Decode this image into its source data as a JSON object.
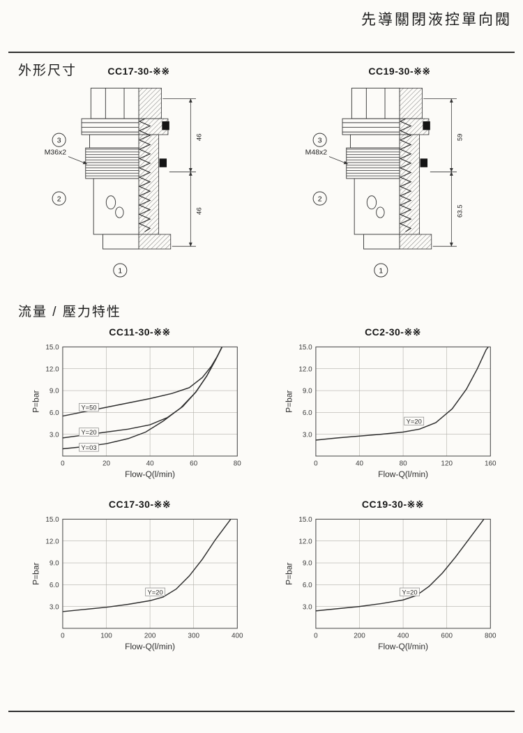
{
  "page": {
    "header_title": "先導關閉液控單向閥",
    "dimensions_section_title": "外形尺寸",
    "charts_section_title": "流量 / 壓力特性"
  },
  "valves": [
    {
      "title": "CC17-30-※※",
      "thread_label": "M36x2",
      "dim_top": "46",
      "dim_bottom": "46",
      "balloon_top": "3",
      "balloon_mid": "2",
      "balloon_bottom": "1"
    },
    {
      "title": "CC19-30-※※",
      "thread_label": "M48x2",
      "dim_top": "59",
      "dim_bottom": "63.5",
      "balloon_top": "3",
      "balloon_mid": "2",
      "balloon_bottom": "1"
    }
  ],
  "chart_data": [
    {
      "type": "line",
      "title": "CC11-30-※※",
      "xlabel": "Flow-Q(l/min)",
      "ylabel": "P=bar",
      "xlim": [
        0,
        80
      ],
      "ylim": [
        0,
        15
      ],
      "xticks": [
        0,
        20,
        40,
        60,
        80
      ],
      "yticks": [
        3,
        6,
        9,
        12,
        15
      ],
      "ytick_labels": [
        "3.0",
        "6.0",
        "9.0",
        "12.0",
        "15.0"
      ],
      "grid": true,
      "series": [
        {
          "name": "Y=50",
          "label_at": [
            12,
            6.6
          ],
          "points": [
            [
              0,
              5.5
            ],
            [
              10,
              6.1
            ],
            [
              20,
              6.7
            ],
            [
              30,
              7.3
            ],
            [
              40,
              7.9
            ],
            [
              50,
              8.6
            ],
            [
              58,
              9.4
            ],
            [
              64,
              10.8
            ],
            [
              68,
              12.3
            ],
            [
              71,
              13.8
            ],
            [
              73,
              15
            ]
          ]
        },
        {
          "name": "Y=20",
          "label_at": [
            12,
            3.2
          ],
          "points": [
            [
              0,
              2.5
            ],
            [
              10,
              2.9
            ],
            [
              20,
              3.3
            ],
            [
              30,
              3.7
            ],
            [
              40,
              4.3
            ],
            [
              48,
              5.3
            ],
            [
              55,
              6.8
            ],
            [
              61,
              8.8
            ],
            [
              66,
              11.0
            ],
            [
              70,
              13.2
            ],
            [
              73,
              15
            ]
          ]
        },
        {
          "name": "Y=03",
          "label_at": [
            12,
            1.1
          ],
          "points": [
            [
              0,
              1.0
            ],
            [
              10,
              1.3
            ],
            [
              20,
              1.7
            ],
            [
              30,
              2.4
            ],
            [
              38,
              3.3
            ],
            [
              46,
              4.8
            ],
            [
              54,
              6.6
            ],
            [
              61,
              8.8
            ],
            [
              66,
              11.0
            ],
            [
              70,
              13.2
            ],
            [
              73,
              15
            ]
          ]
        }
      ]
    },
    {
      "type": "line",
      "title": "CC2-30-※※",
      "xlabel": "Flow-Q(l/min)",
      "ylabel": "P=bar",
      "xlim": [
        0,
        160
      ],
      "ylim": [
        0,
        15
      ],
      "xticks": [
        0,
        40,
        80,
        120,
        160
      ],
      "yticks": [
        3,
        6,
        9,
        12,
        15
      ],
      "ytick_labels": [
        "3.0",
        "6.0",
        "9.0",
        "12.0",
        "15.0"
      ],
      "grid": true,
      "series": [
        {
          "name": "Y=20",
          "label_at": [
            90,
            4.7
          ],
          "points": [
            [
              0,
              2.2
            ],
            [
              20,
              2.5
            ],
            [
              40,
              2.75
            ],
            [
              60,
              3.0
            ],
            [
              80,
              3.3
            ],
            [
              95,
              3.7
            ],
            [
              110,
              4.6
            ],
            [
              125,
              6.5
            ],
            [
              138,
              9.2
            ],
            [
              148,
              12.0
            ],
            [
              156,
              14.6
            ],
            [
              158,
              15
            ]
          ]
        }
      ]
    },
    {
      "type": "line",
      "title": "CC17-30-※※",
      "xlabel": "Flow-Q(l/min)",
      "ylabel": "P=bar",
      "xlim": [
        0,
        400
      ],
      "ylim": [
        0,
        15
      ],
      "xticks": [
        0,
        100,
        200,
        300,
        400
      ],
      "yticks": [
        3,
        6,
        9,
        12,
        15
      ],
      "ytick_labels": [
        "3.0",
        "6.0",
        "9.0",
        "12.0",
        "15.0"
      ],
      "grid": true,
      "series": [
        {
          "name": "Y=20",
          "label_at": [
            212,
            4.9
          ],
          "points": [
            [
              0,
              2.3
            ],
            [
              50,
              2.6
            ],
            [
              100,
              2.9
            ],
            [
              150,
              3.3
            ],
            [
              200,
              3.8
            ],
            [
              230,
              4.3
            ],
            [
              260,
              5.4
            ],
            [
              290,
              7.2
            ],
            [
              320,
              9.5
            ],
            [
              350,
              12.2
            ],
            [
              380,
              14.6
            ],
            [
              385,
              15
            ]
          ]
        }
      ]
    },
    {
      "type": "line",
      "title": "CC19-30-※※",
      "xlabel": "Flow-Q(l/min)",
      "ylabel": "P=bar",
      "xlim": [
        0,
        800
      ],
      "ylim": [
        0,
        15
      ],
      "xticks": [
        0,
        200,
        400,
        600,
        800
      ],
      "yticks": [
        3,
        6,
        9,
        12,
        15
      ],
      "ytick_labels": [
        "3.0",
        "6.0",
        "9.0",
        "12.0",
        "15.0"
      ],
      "grid": true,
      "series": [
        {
          "name": "Y=20",
          "label_at": [
            430,
            4.9
          ],
          "points": [
            [
              0,
              2.4
            ],
            [
              100,
              2.7
            ],
            [
              200,
              3.0
            ],
            [
              300,
              3.4
            ],
            [
              400,
              3.9
            ],
            [
              460,
              4.5
            ],
            [
              520,
              5.8
            ],
            [
              580,
              7.6
            ],
            [
              640,
              9.8
            ],
            [
              700,
              12.2
            ],
            [
              760,
              14.6
            ],
            [
              770,
              15
            ]
          ]
        }
      ]
    }
  ]
}
